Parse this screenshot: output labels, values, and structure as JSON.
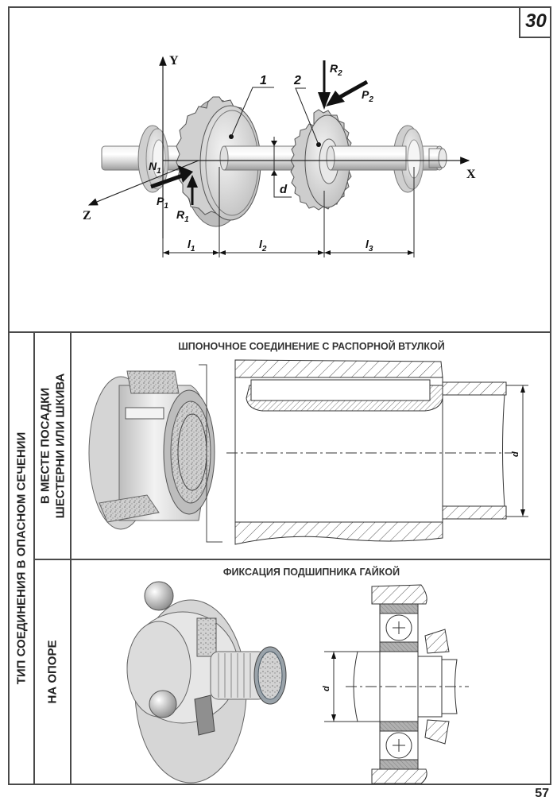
{
  "page": {
    "card_number": "30",
    "page_number": "57"
  },
  "top_diagram": {
    "axes": {
      "x": "X",
      "y": "Y",
      "z": "Z"
    },
    "part_labels": [
      "1",
      "2"
    ],
    "forces": {
      "n1": "N",
      "n1_sub": "1",
      "p1": "P",
      "p1_sub": "1",
      "r1": "R",
      "r1_sub": "1",
      "r2": "R",
      "r2_sub": "2",
      "p2": "P",
      "p2_sub": "2"
    },
    "diameter_label": "d",
    "lengths": [
      {
        "name": "l",
        "sub": "1"
      },
      {
        "name": "l",
        "sub": "2"
      },
      {
        "name": "l",
        "sub": "3"
      }
    ]
  },
  "table": {
    "main_header": "ТИП СОЕДИНЕНИЯ В ОПАСНОМ СЕЧЕНИИ",
    "rows": [
      {
        "header_line1": "В МЕСТЕ ПОСАДКИ",
        "header_line2": "ШЕСТЕРНИ ИЛИ ШКИВА",
        "title": "ШПОНОЧНОЕ СОЕДИНЕНИЕ С РАСПОРНОЙ ВТУЛКОЙ",
        "dimension_label": "d"
      },
      {
        "header_line1": "НА ОПОРЕ",
        "header_line2": "",
        "title": "ФИКСАЦИЯ ПОДШИПНИКА ГАЙКОЙ",
        "dimension_label": "d"
      }
    ]
  },
  "colors": {
    "frame": "#4a4a4a",
    "metal_light": "#e6e6e6",
    "metal_mid": "#c8c8c8",
    "metal_dark": "#9a9a9a",
    "ink": "#111111"
  }
}
